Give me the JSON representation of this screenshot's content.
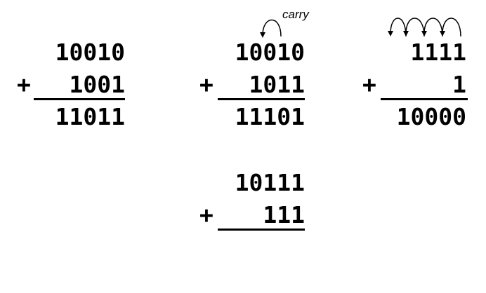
{
  "carry_label": "carry",
  "problems": [
    {
      "addend1": "10010",
      "addend2": "1001",
      "sum": "11011",
      "operator": "+"
    },
    {
      "addend1": "10010",
      "addend2": "1011",
      "sum": "11101",
      "operator": "+"
    },
    {
      "addend1": "1111",
      "addend2": "1",
      "sum": "10000",
      "operator": "+"
    },
    {
      "addend1": "10111",
      "addend2": "111",
      "sum": "",
      "operator": "+"
    }
  ]
}
